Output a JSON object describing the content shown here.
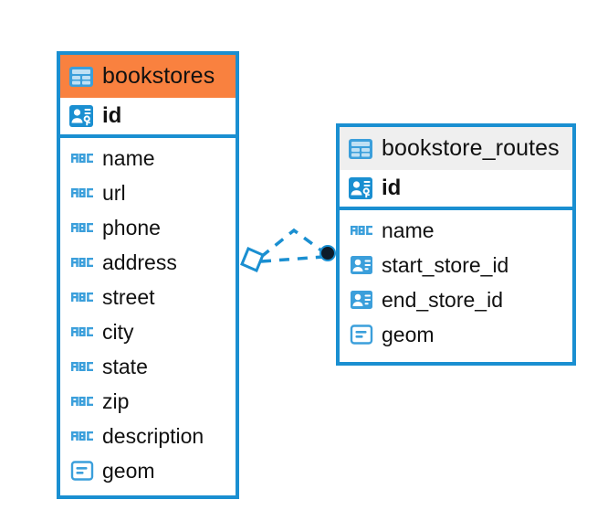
{
  "diagram": {
    "type": "entity-relationship-diagram",
    "accent_color": "#1a8fd1",
    "header_highlight_color": "#f9813f",
    "header_default_color": "#efefef",
    "text_color": "#111111"
  },
  "entities": [
    {
      "name": "bookstores",
      "header_style": "orange",
      "table_icon": "table-icon",
      "primary_key": {
        "label": "id",
        "icon": "primary-key-icon"
      },
      "fields": [
        {
          "label": "name",
          "icon": "abc-text-icon"
        },
        {
          "label": "url",
          "icon": "abc-text-icon"
        },
        {
          "label": "phone",
          "icon": "abc-text-icon"
        },
        {
          "label": "address",
          "icon": "abc-text-icon"
        },
        {
          "label": "street",
          "icon": "abc-text-icon"
        },
        {
          "label": "city",
          "icon": "abc-text-icon"
        },
        {
          "label": "state",
          "icon": "abc-text-icon"
        },
        {
          "label": "zip",
          "icon": "abc-text-icon"
        },
        {
          "label": "description",
          "icon": "abc-text-icon"
        },
        {
          "label": "geom",
          "icon": "geometry-icon"
        }
      ]
    },
    {
      "name": "bookstore_routes",
      "header_style": "grey",
      "table_icon": "table-icon",
      "primary_key": {
        "label": "id",
        "icon": "primary-key-icon"
      },
      "fields": [
        {
          "label": "name",
          "icon": "abc-text-icon"
        },
        {
          "label": "start_store_id",
          "icon": "foreign-key-icon"
        },
        {
          "label": "end_store_id",
          "icon": "foreign-key-icon"
        },
        {
          "label": "geom",
          "icon": "geometry-icon"
        }
      ]
    }
  ],
  "relationship": {
    "from_entity": "bookstores",
    "to_entity": "bookstore_routes",
    "line_style": "dashed",
    "line_color": "#1a8fd1",
    "source_marker": "diamond-outline",
    "target_marker": "filled-circle",
    "target_marker_color": "#0d1b2a"
  }
}
